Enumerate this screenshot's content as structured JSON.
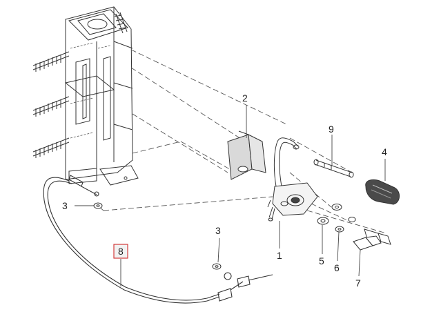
{
  "diagram": {
    "callouts": [
      {
        "id": "1",
        "label": "1"
      },
      {
        "id": "2",
        "label": "2"
      },
      {
        "id": "3a",
        "label": "3"
      },
      {
        "id": "3b",
        "label": "3"
      },
      {
        "id": "4",
        "label": "4"
      },
      {
        "id": "5",
        "label": "5"
      },
      {
        "id": "6",
        "label": "6"
      },
      {
        "id": "7",
        "label": "7"
      },
      {
        "id": "8",
        "label": "8"
      },
      {
        "id": "9",
        "label": "9"
      }
    ],
    "highlighted_callout": "8",
    "colors": {
      "line": "#333333",
      "dash": "#555555",
      "highlight_border": "#d33a3a",
      "highlight_fill": "#f2f2f2",
      "bracket_fill": "#d9d9d9",
      "knob": "#4a4a4a"
    }
  }
}
